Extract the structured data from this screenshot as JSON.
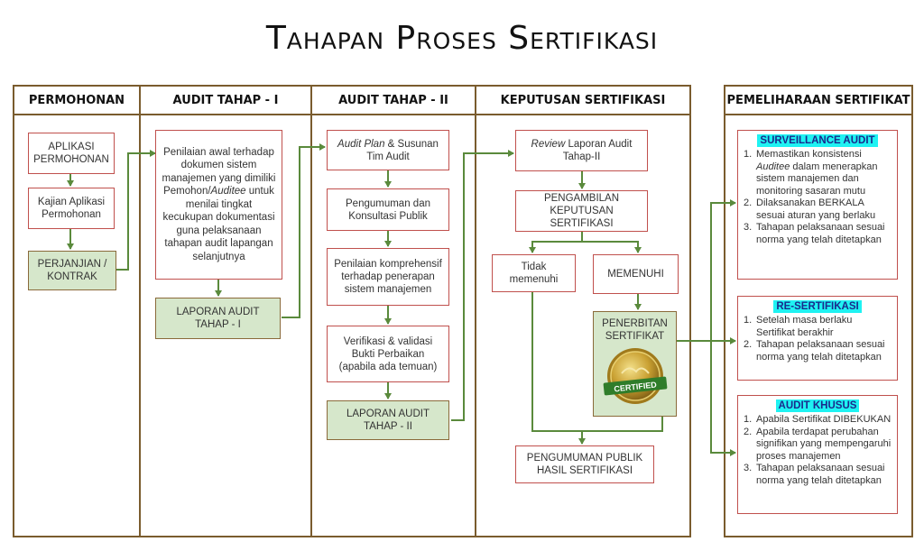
{
  "title": "Tahapan Proses Sertifikasi",
  "columns": {
    "c1": "PERMOHONAN",
    "c2": "AUDIT TAHAP - I",
    "c3": "AUDIT TAHAP - II",
    "c4": "KEPUTUSAN SERTIFIKASI",
    "c5": "PEMELIHARAAN SERTIFIKAT"
  },
  "permohonan": {
    "aplikasi": "APLIKASI PERMOHONAN",
    "kajian": "Kajian Aplikasi Permohonan",
    "perjanjian": "PERJANJIAN / KONTRAK"
  },
  "tahap1": {
    "penilaian_a": "Penilaian awal terhadap dokumen sistem manajemen yang dimiliki Pemohon/",
    "penilaian_em": "Auditee",
    "penilaian_b": " untuk menilai tingkat kecukupan dokumentasi guna pelaksanaan tahapan audit lapangan selanjutnya",
    "laporan": "LAPORAN AUDIT TAHAP - I"
  },
  "tahap2": {
    "plan_em": "Audit Plan",
    "plan_rest": " & Susunan Tim Audit",
    "pengumuman": "Pengumuman dan Konsultasi Publik",
    "penilaian": "Penilaian komprehensif terhadap penerapan sistem manajemen",
    "verifikasi": "Verifikasi & validasi Bukti Perbaikan (apabila ada temuan)",
    "laporan": "LAPORAN AUDIT TAHAP - II"
  },
  "keputusan": {
    "review_em": "Review",
    "review_rest": " Laporan Audit Tahap-II",
    "pengambilan": "PENGAMBILAN KEPUTUSAN SERTIFIKASI",
    "tidak": "Tidak memenuhi",
    "memenuhi": "MEMENUHI",
    "penerbitan": "PENERBITAN SERTIFIKAT",
    "seal_text": "CERTIFIED",
    "pengumuman": "PENGUMUMAN PUBLIK HASIL SERTIFIKASI"
  },
  "pemeliharaan": {
    "surveillance": {
      "title": "SURVEILLANCE AUDIT",
      "i1_n": "1.",
      "i1_a": "Memastikan konsistensi ",
      "i1_em": "Auditee",
      "i1_b": " dalam menerapkan sistem manajemen dan monitoring sasaran mutu",
      "i2_n": "2.",
      "i2": "Dilaksanakan BERKALA sesuai aturan yang berlaku",
      "i3_n": "3.",
      "i3": "Tahapan pelaksanaan sesuai norma yang telah ditetapkan"
    },
    "resertifikasi": {
      "title": "RE-SERTIFIKASI",
      "i1_n": "1.",
      "i1": "Setelah masa berlaku Sertifikat berakhir",
      "i2_n": "2.",
      "i2": "Tahapan pelaksanaan sesuai norma yang telah ditetapkan"
    },
    "khusus": {
      "title": "AUDIT KHUSUS",
      "i1_n": "1.",
      "i1": "Apabila Sertifikat DIBEKUKAN",
      "i2_n": "2.",
      "i2": "Apabila terdapat perubahan signifikan yang mempengaruhi proses manajemen",
      "i3_n": "3.",
      "i3": "Tahapan pelaksanaan sesuai norma yang telah ditetapkan"
    }
  },
  "colors": {
    "border": "#7a5c2e",
    "box_border": "#c0504d",
    "green_fill": "#d6e7cb",
    "arrow": "#5a8a3c",
    "highlight": "#1ff2f2"
  }
}
